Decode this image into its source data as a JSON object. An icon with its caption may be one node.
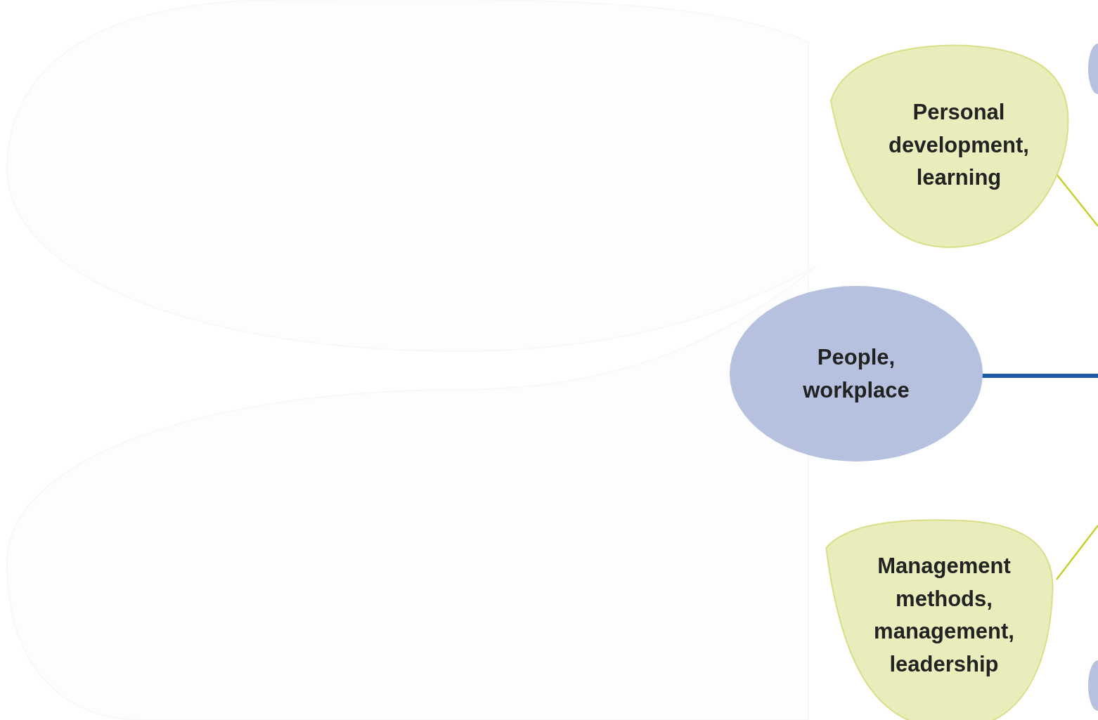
{
  "diagram": {
    "nodes": [
      {
        "text": [
          "Personal development, learning"
        ]
      },
      {
        "text": [],
        "shape": "circle"
      },
      {
        "text": [
          "People, workplace"
        ]
      },
      {
        "text": [
          "Management methods, management, leadership"
        ]
      },
      {
        "text": [],
        "shape": "circle"
      }
    ],
    "edges": [
      {
        "from": 0,
        "to": null,
        "arrow": "none"
      },
      {
        "from": 2,
        "to": null,
        "arrow": "none",
        "style": "thick",
        "color": "#1f5aa6"
      },
      {
        "from": 3,
        "to": null,
        "arrow": "none"
      }
    ]
  }
}
